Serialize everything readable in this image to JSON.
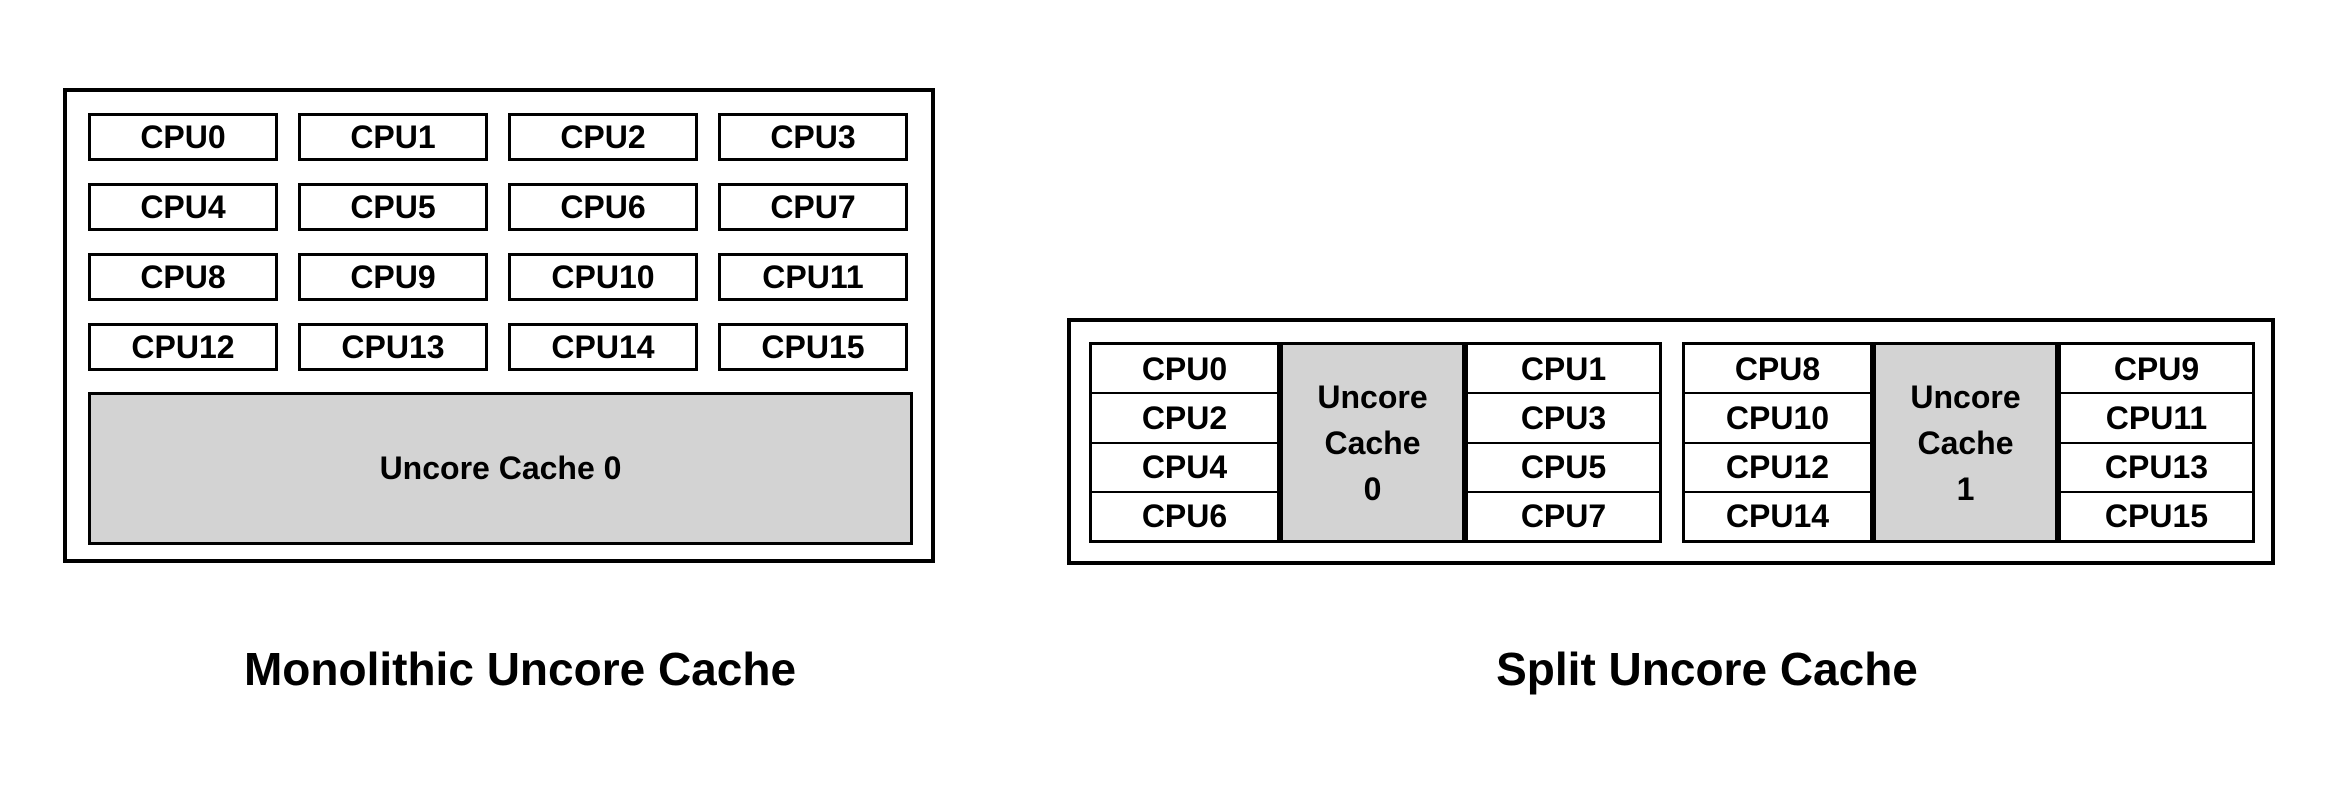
{
  "colors": {
    "background": "#ffffff",
    "border": "#000000",
    "cache_fill": "#d3d3d3",
    "text": "#000000"
  },
  "monolithic": {
    "caption": "Monolithic Uncore Cache",
    "cpus": [
      "CPU0",
      "CPU1",
      "CPU2",
      "CPU3",
      "CPU4",
      "CPU5",
      "CPU6",
      "CPU7",
      "CPU8",
      "CPU9",
      "CPU10",
      "CPU11",
      "CPU12",
      "CPU13",
      "CPU14",
      "CPU15"
    ],
    "cache_label": "Uncore Cache 0"
  },
  "split": {
    "caption": "Split Uncore Cache",
    "groups": [
      {
        "left_cpus": [
          "CPU0",
          "CPU2",
          "CPU4",
          "CPU6"
        ],
        "cache_lines": [
          "Uncore",
          "Cache",
          "0"
        ],
        "right_cpus": [
          "CPU1",
          "CPU3",
          "CPU5",
          "CPU7"
        ]
      },
      {
        "left_cpus": [
          "CPU8",
          "CPU10",
          "CPU12",
          "CPU14"
        ],
        "cache_lines": [
          "Uncore",
          "Cache",
          "1"
        ],
        "right_cpus": [
          "CPU9",
          "CPU11",
          "CPU13",
          "CPU15"
        ]
      }
    ]
  }
}
